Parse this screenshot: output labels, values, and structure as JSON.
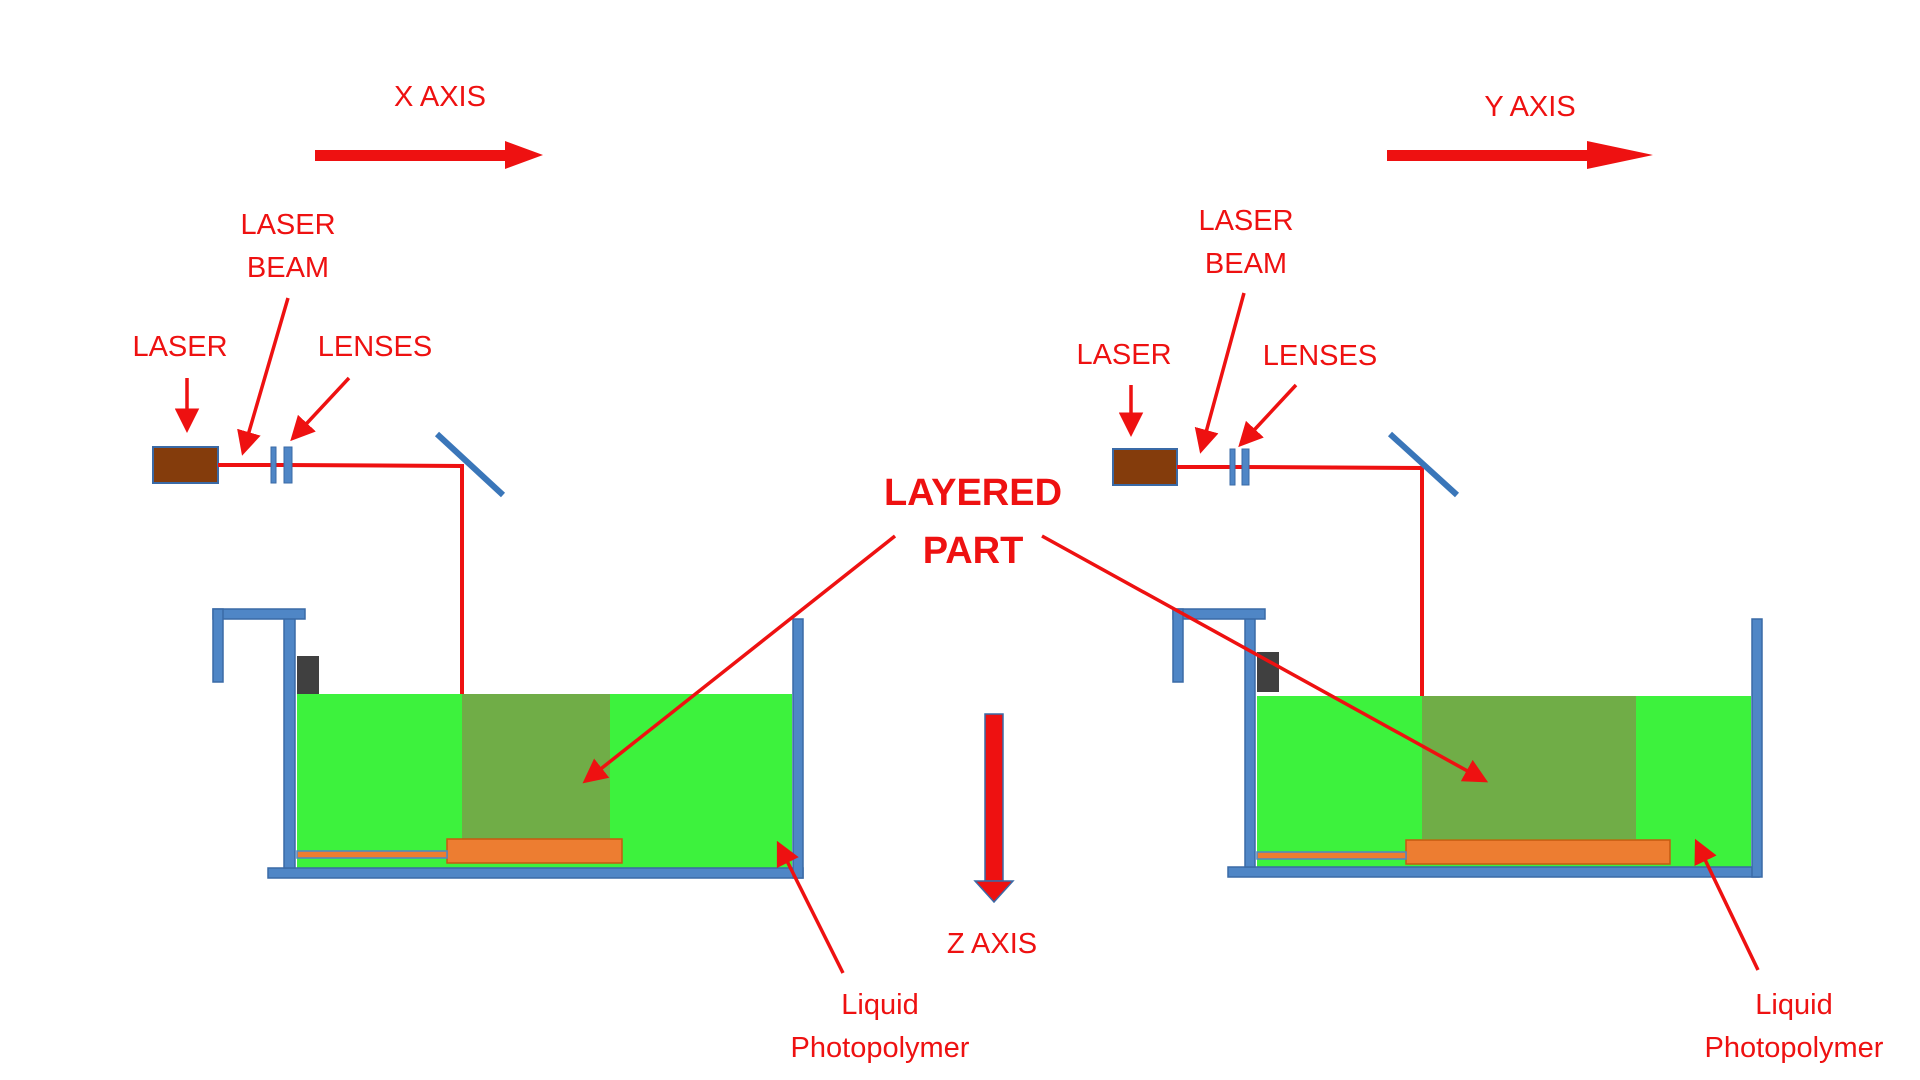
{
  "labels": {
    "x_axis": "X AXIS",
    "y_axis": "Y AXIS",
    "z_axis": "Z AXIS",
    "laser": "LASER",
    "laser_beam_line1": "LASER",
    "laser_beam_line2": "BEAM",
    "lenses": "LENSES",
    "layered_part_line1": "LAYERED",
    "layered_part_line2": "PART",
    "liquid_line1": "Liquid",
    "liquid_line2": "Photopolymer"
  },
  "colors": {
    "annotation": "#ee1111",
    "frame": "#4f86c6",
    "frame_edge": "#3a6aa6",
    "resin": "#3df23d",
    "part": "#70ad47",
    "platform": "#ed7d31",
    "laser_body": "#843c0c",
    "recoater": "#404040"
  }
}
